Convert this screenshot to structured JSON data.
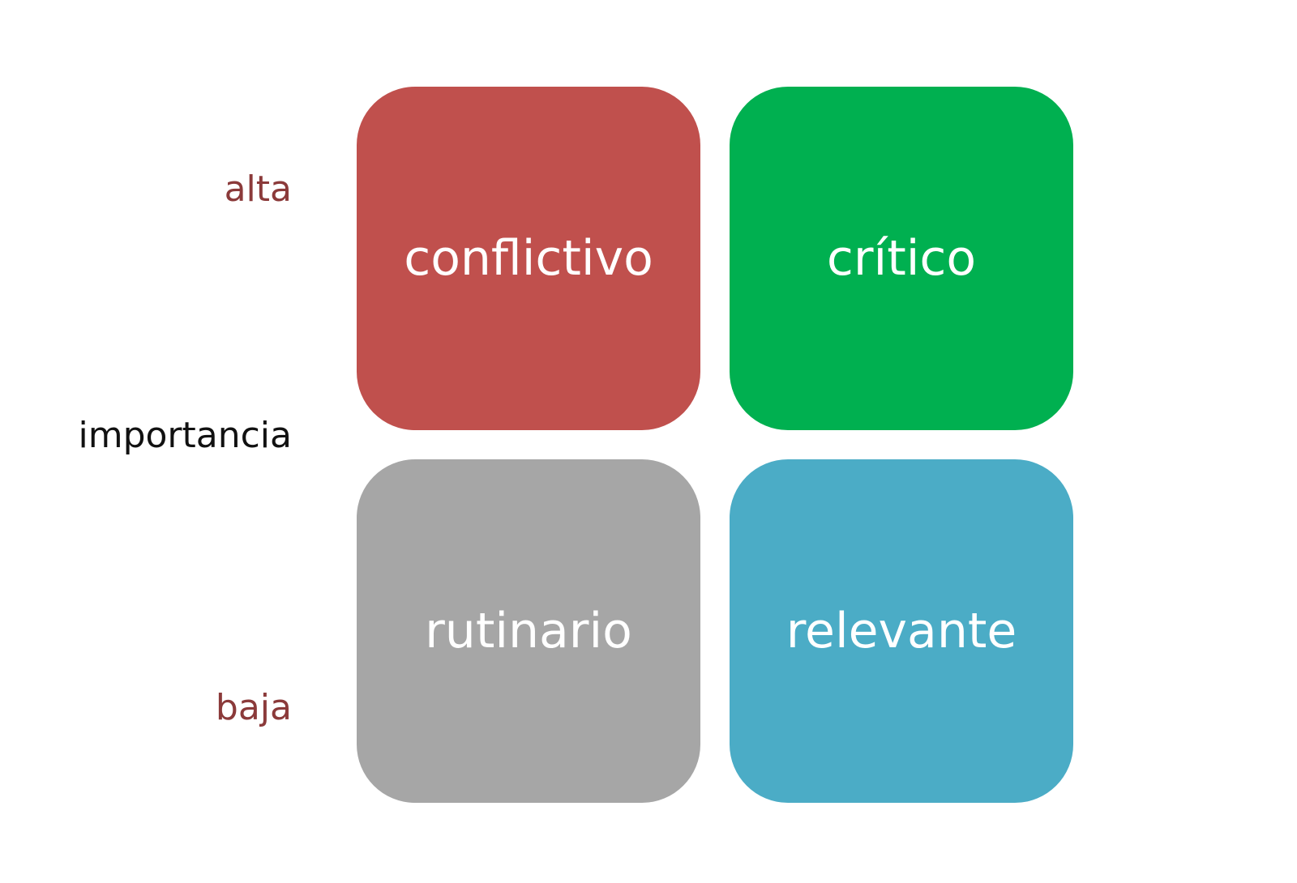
{
  "axis": {
    "high_label": "alta",
    "title": "importancia",
    "low_label": "baja",
    "high_low_color": "#8b3a3a",
    "title_color": "#111111"
  },
  "quadrants": [
    {
      "label": "conflictivo",
      "color": "#c0504d"
    },
    {
      "label": "crítico",
      "color": "#00b050"
    },
    {
      "label": "rutinario",
      "color": "#a6a6a6"
    },
    {
      "label": "relevante",
      "color": "#4bacc6"
    }
  ]
}
